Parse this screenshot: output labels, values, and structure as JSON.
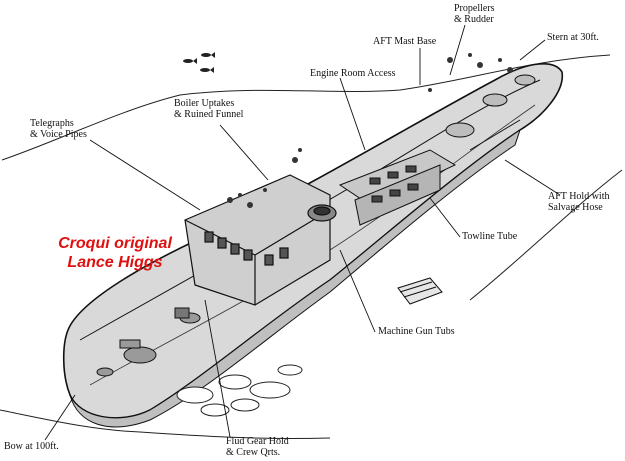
{
  "credit": {
    "line1": "Croqui original",
    "line2": "Lance Higgs"
  },
  "labels": {
    "propellers": "Propellers\n& Rudder",
    "stern": "Stern at 30ft.",
    "aft_mast": "AFT Mast Base",
    "engine_room": "Engine Room Access",
    "boiler": "Boiler Uptakes\n& Ruined Funnel",
    "telegraphs": "Telegraphs\n& Voice Pipes",
    "aft_hold": "AFT Hold with\nSalvage Hose",
    "towline": "Towline Tube",
    "machine_gun": "Machine Gun Tubs",
    "bow": "Bow at 100ft.",
    "fluid_gear": "Flud Gear Hold\n& Crew Qrts."
  }
}
